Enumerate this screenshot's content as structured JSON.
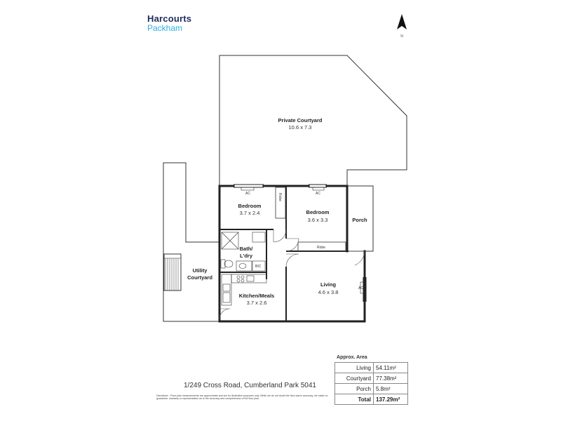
{
  "brand": {
    "name": "Harcourts",
    "office": "Packham"
  },
  "compass": {
    "label": "N"
  },
  "rooms": {
    "courtyard": {
      "name": "Private Courtyard",
      "dim": "10.6 x 7.3"
    },
    "bed1": {
      "name": "Bedroom",
      "dim": "3.7 x 2.4"
    },
    "bed2": {
      "name": "Bedroom",
      "dim": "3.6 x 3.3"
    },
    "porch": {
      "name": "Porch"
    },
    "bath_line1": "Bath/",
    "bath_line2": "L'dry",
    "utility_line1": "Utility",
    "utility_line2": "Courtyard",
    "kitchen": {
      "name": "Kitchen/Meals",
      "dim": "3.7 x 2.6"
    },
    "living": {
      "name": "Living",
      "dim": "4.6 x 3.8"
    }
  },
  "fixtures": {
    "ac": "AC",
    "robe": "Robe",
    "bic": "BIC"
  },
  "address": "1/249 Cross Road, Cumberland Park 5041",
  "disclaimer": "Disclaimer - Floor plan measurements are approximate and are for illustrative purposes only. While we do not doubt the floor plan's accuracy, we make no guarantee, warranty or representation as to the accuracy and completeness of the floor plan.",
  "area": {
    "title": "Approx. Area",
    "rows": [
      {
        "label": "Living",
        "value": "54.11m²"
      },
      {
        "label": "Courtyard",
        "value": "77.38m²"
      },
      {
        "label": "Porch",
        "value": "5.8m²"
      }
    ],
    "total": {
      "label": "Total",
      "value": "137.29m²"
    }
  }
}
